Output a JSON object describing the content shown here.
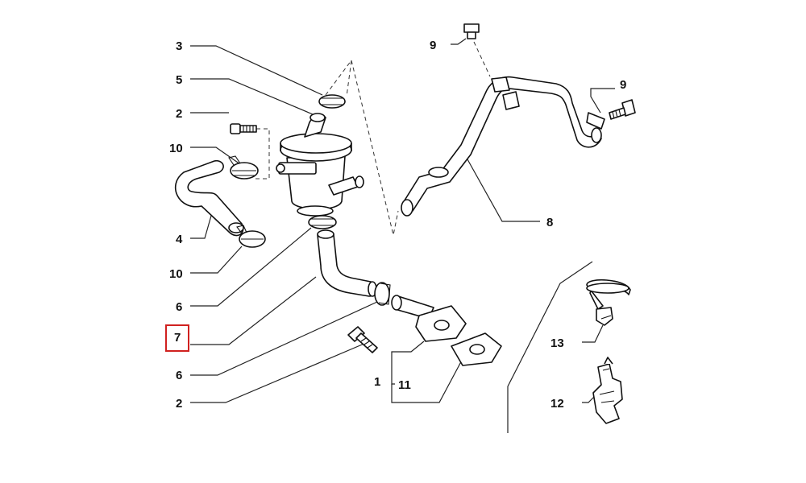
{
  "labels": {
    "l3": "3",
    "l5": "5",
    "l2a": "2",
    "l10a": "10",
    "l4": "4",
    "l10b": "10",
    "l6a": "6",
    "l7": "7",
    "l6b": "6",
    "l2b": "2",
    "l1": "1",
    "l11": "11",
    "l9a": "9",
    "l9b": "9",
    "l8": "8",
    "l13": "13",
    "l12": "12"
  },
  "highlight": {
    "target": "7",
    "color": "#d0211f"
  }
}
